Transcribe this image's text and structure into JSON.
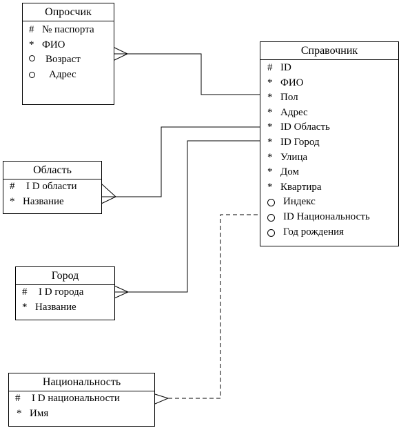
{
  "entities": {
    "oproschik": {
      "title": "Опросчик",
      "attributes": [
        {
          "marker": "#",
          "text": "№ паспорта"
        },
        {
          "marker": "*",
          "text": "ФИО"
        },
        {
          "marker": "o",
          "text": "Возраст"
        },
        {
          "marker": "o",
          "text": "Адрес"
        }
      ]
    },
    "spravochnik": {
      "title": "Справочник",
      "attributes": [
        {
          "marker": "#",
          "text": "ID"
        },
        {
          "marker": "*",
          "text": "ФИО"
        },
        {
          "marker": "*",
          "text": "Пол"
        },
        {
          "marker": "*",
          "text": "Адрес"
        },
        {
          "marker": "*",
          "text": "ID Область"
        },
        {
          "marker": "*",
          "text": "ID Город"
        },
        {
          "marker": "*",
          "text": "Улица"
        },
        {
          "marker": "*",
          "text": "Дом"
        },
        {
          "marker": "*",
          "text": "Квартира"
        },
        {
          "marker": "o",
          "text": "Индекс"
        },
        {
          "marker": "o",
          "text": "ID Национальность"
        },
        {
          "marker": "o",
          "text": "Год рождения"
        }
      ]
    },
    "oblast": {
      "title": "Область",
      "attributes": [
        {
          "marker": "#",
          "text": "I D области"
        },
        {
          "marker": "*",
          "text": "Название"
        }
      ]
    },
    "gorod": {
      "title": "Город",
      "attributes": [
        {
          "marker": "#",
          "text": "I D города"
        },
        {
          "marker": "*",
          "text": "Название"
        }
      ]
    },
    "nacionalnost": {
      "title": "Национальность",
      "attributes": [
        {
          "marker": "#",
          "text": "I D национальности"
        },
        {
          "marker": "*",
          "text": "Имя"
        }
      ]
    }
  },
  "relationships": [
    {
      "from": "oproschik",
      "to": "spravochnik",
      "style": "solid"
    },
    {
      "from": "oblast",
      "to": "spravochnik",
      "style": "solid"
    },
    {
      "from": "gorod",
      "to": "spravochnik",
      "style": "solid"
    },
    {
      "from": "nacionalnost",
      "to": "spravochnik",
      "style": "dashed"
    }
  ]
}
